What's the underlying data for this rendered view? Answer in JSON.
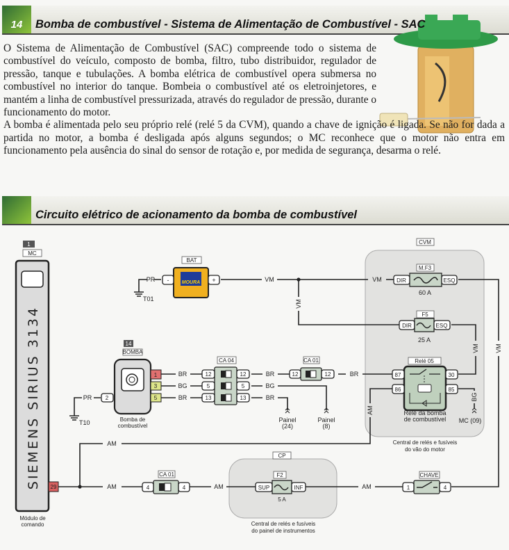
{
  "section1": {
    "number": "14",
    "title": "Bomba de combustível - Sistema de Alimentação de Combustível - SAC",
    "paragraph1": "O Sistema de Alimentação de Combustível (SAC) compreende todo o sistema de combustível do veículo, composto de bomba, filtro, tubo distribuidor, regulador de pressão, tanque e tubulações. A bomba elétrica de combustível opera submersa no combustível no interior do tanque. Bombeia o combustível até os eletroinjetores, e mantém a linha de combustível pressurizada, através do regulador de pressão,  durante o funcionamento do motor.",
    "paragraph2": "A bomba é alimentada pelo seu próprio relé (relé 5 da CVM), quando a chave de ignição é ligada. Se não for dada a partida no motor, a bomba é desligada após alguns segundos; o MC reconhece que o motor não entra em funcionamento pela ausência do sinal do sensor de rotação e, por medida de segurança, desarma o relé."
  },
  "section2": {
    "title": "Circuito elétrico de acionamento da bomba de combustível"
  },
  "wires": {
    "vm": "VM",
    "am": "AM",
    "br": "BR",
    "bg": "BG",
    "pr": "PR"
  },
  "mc": {
    "num": "1",
    "label": "MC",
    "model": "SIEMENS SIRIUS 3134",
    "pin": "29",
    "caption1": "Módulo de",
    "caption2": "comando"
  },
  "bat": {
    "label": "BAT",
    "neg": "-",
    "pos": "+",
    "brand": "MOURA",
    "ground": "T01"
  },
  "cvm": {
    "label": "CVM",
    "mf3": "M.F3",
    "mf3_rating": "60 A",
    "f5": "F5",
    "f5_rating": "25 A",
    "dir": "DIR",
    "esq": "ESQ",
    "relay": "Relé 05",
    "relay_pins": [
      "87",
      "86",
      "30",
      "85"
    ],
    "relay_caption1": "Relé da bomba",
    "relay_caption2": "de combustível",
    "mc09": "MC (09)",
    "caption1": "Central de relés e fusíveis",
    "caption2": "do vão do motor"
  },
  "bomba": {
    "num": "14",
    "label": "BOMBA",
    "pins": [
      "1",
      "3",
      "5",
      "2"
    ],
    "caption1": "Bomba de",
    "caption2": "combustível",
    "ground": "T10"
  },
  "ca04": {
    "label": "CA 04",
    "pins": [
      "12",
      "5",
      "13"
    ]
  },
  "ca01_top": {
    "label": "CA 01",
    "pin": "12"
  },
  "painel": {
    "label": "Painel",
    "a": "(24)",
    "b": "(8)"
  },
  "cp": {
    "label": "CP",
    "f2": "F2",
    "sup": "SUP",
    "inf": "INF",
    "rating": "5 A",
    "caption1": "Central de relés e fusíveis",
    "caption2": "do painel de instrumentos"
  },
  "ca01_bottom": {
    "label": "CA 01",
    "pin": "4"
  },
  "chave": {
    "label": "CHAVE",
    "pins": [
      "1",
      "4"
    ]
  },
  "colors": {
    "accent_green": "#4f8f32",
    "pin_red": "#e07070",
    "pin_yellow": "#dde58a",
    "battery": "#f0b020"
  }
}
